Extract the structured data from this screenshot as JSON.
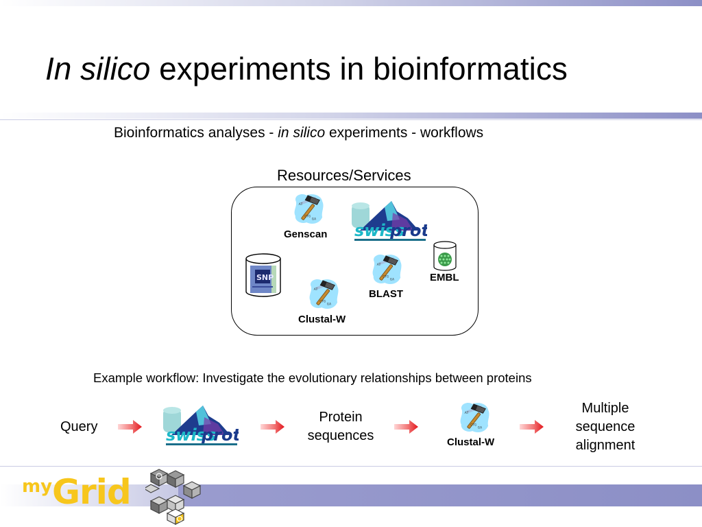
{
  "slide": {
    "title_italic": "In silico",
    "title_rest": " experiments in bioinformatics",
    "subtitle_pre": "Bioinformatics analyses  - ",
    "subtitle_italic": "in silico",
    "subtitle_post": " experiments - workflows"
  },
  "resources": {
    "label": "Resources/Services",
    "items": [
      {
        "name": "Genscan",
        "icon": "hammer-tool-icon"
      },
      {
        "name": "swissprot",
        "icon": "swissprot-logo"
      },
      {
        "name": "EMBL",
        "icon": "database-cylinder-icon"
      },
      {
        "name": "BLAST",
        "icon": "hammer-tool-icon"
      },
      {
        "name": "Clustal-W",
        "icon": "hammer-tool-icon"
      },
      {
        "name": "SNP",
        "icon": "snp-database-icon"
      }
    ]
  },
  "workflow": {
    "caption": "Example workflow: Investigate the evolutionary relationships between proteins",
    "steps": [
      {
        "line1": "Query"
      },
      {
        "name": "swissprot"
      },
      {
        "line1": "Protein",
        "line2": "sequences"
      },
      {
        "name": "Clustal-W"
      },
      {
        "line1": "Multiple",
        "line2": "sequence",
        "line3": "alignment"
      }
    ]
  },
  "logo": {
    "my": "my",
    "grid": "Grid"
  },
  "colors": {
    "accent_purple": "#8c8fc6",
    "logo_yellow": "#f7c61c",
    "arrow_red": "#e8232b",
    "hammer_bg": "#9fe3ff",
    "swissprot_blue": "#1a3a8c"
  }
}
